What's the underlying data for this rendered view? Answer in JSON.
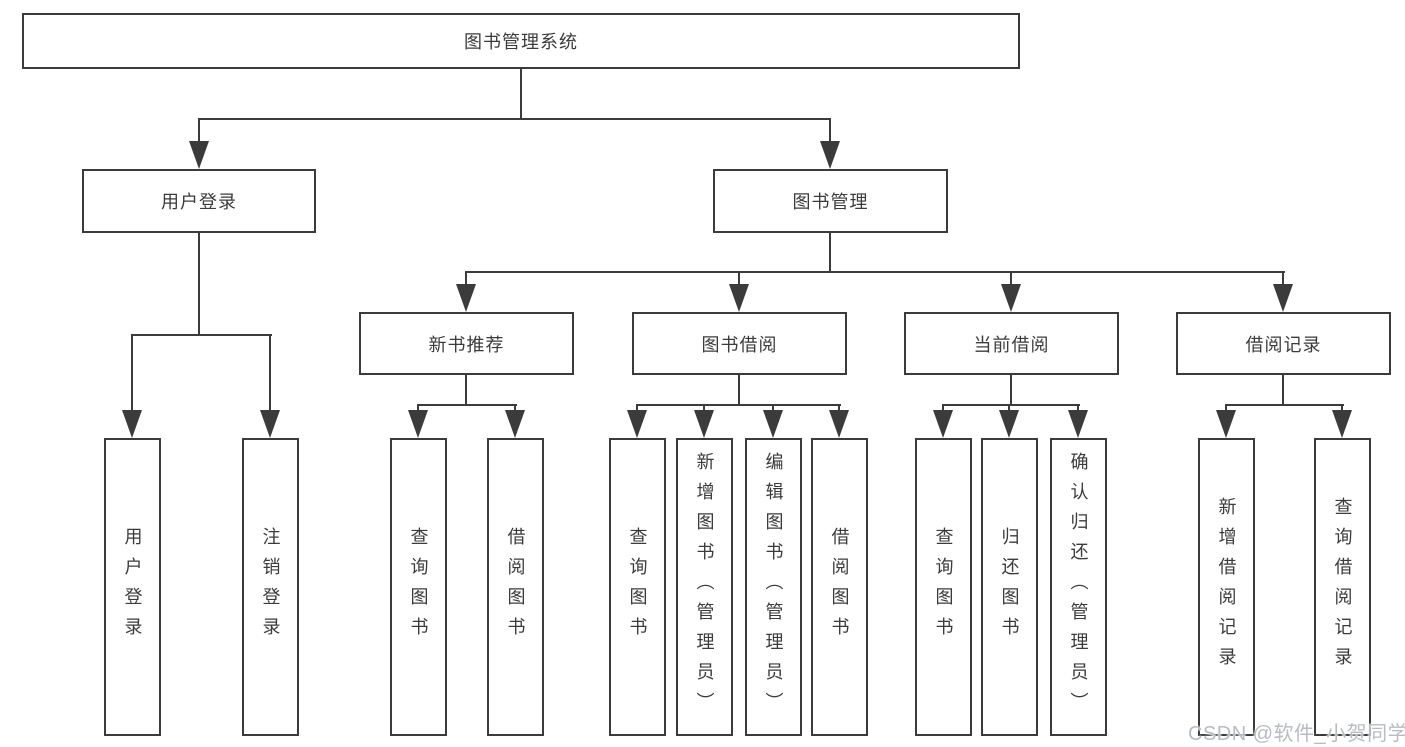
{
  "tree": {
    "label": "图书管理系统",
    "children": [
      {
        "label": "用户登录",
        "children": [
          {
            "label": "用户登录"
          },
          {
            "label": "注销登录"
          }
        ]
      },
      {
        "label": "图书管理",
        "children": [
          {
            "label": "新书推荐",
            "children": [
              {
                "label": "查询图书"
              },
              {
                "label": "借阅图书"
              }
            ]
          },
          {
            "label": "图书借阅",
            "children": [
              {
                "label": "查询图书"
              },
              {
                "label": "新增图书（管理员）"
              },
              {
                "label": "编辑图书（管理员）"
              },
              {
                "label": "借阅图书"
              }
            ]
          },
          {
            "label": "当前借阅",
            "children": [
              {
                "label": "查询图书"
              },
              {
                "label": "归还图书"
              },
              {
                "label": "确认归还（管理员）"
              }
            ]
          },
          {
            "label": "借阅记录",
            "children": [
              {
                "label": "新增借阅记录"
              },
              {
                "label": "查询借阅记录"
              }
            ]
          }
        ]
      }
    ]
  },
  "watermark": {
    "text": "CSDN @软件_小贺同学"
  },
  "colors": {
    "line": "#3b3b3b",
    "background": "#ffffff",
    "watermark": "#b7bcc3"
  }
}
